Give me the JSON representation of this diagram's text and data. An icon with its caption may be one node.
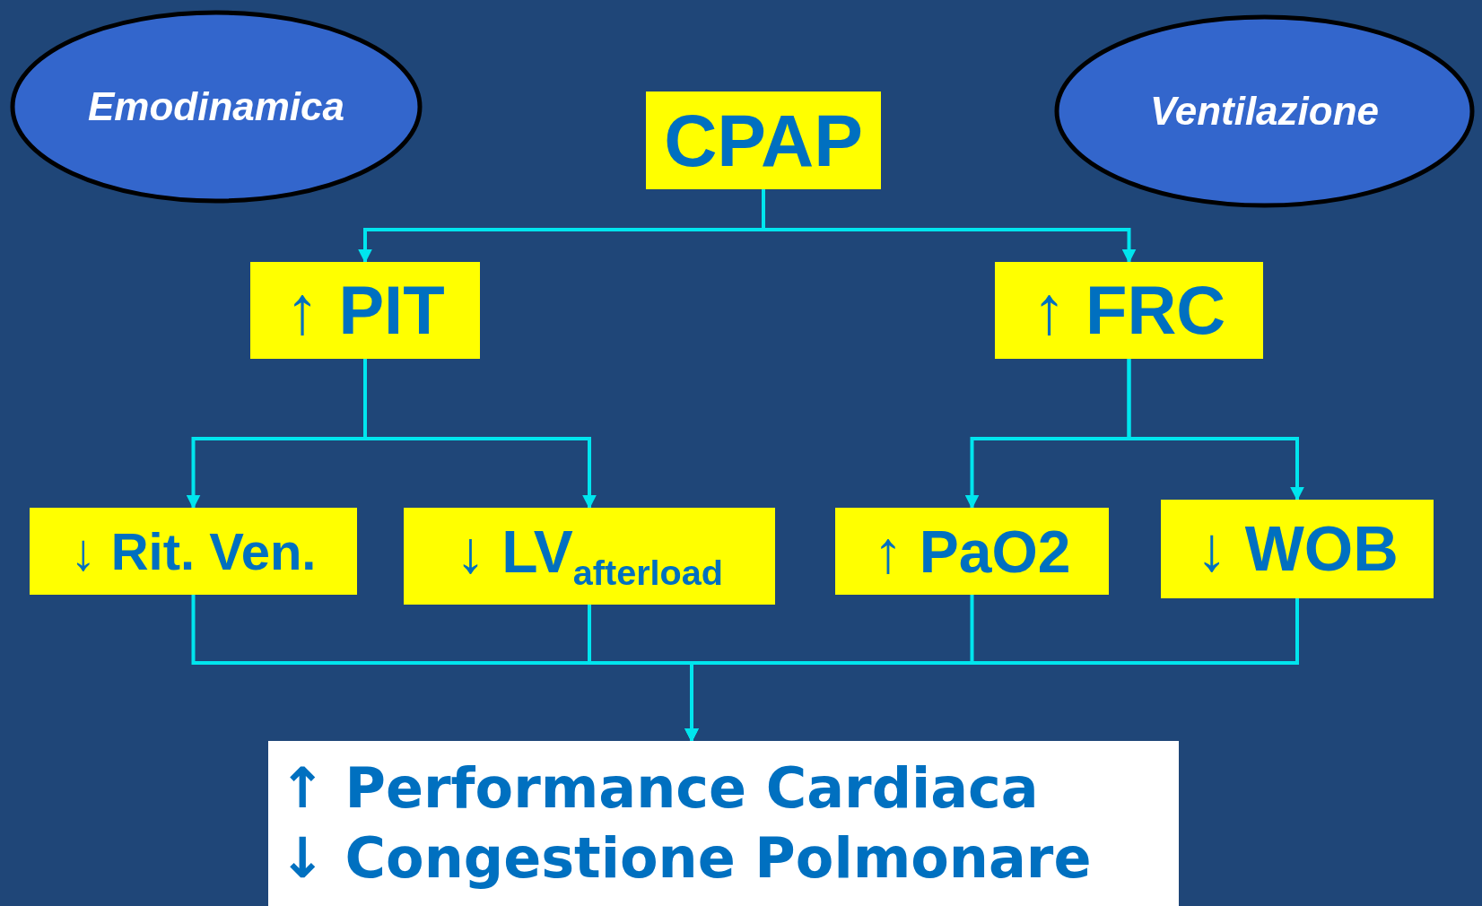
{
  "diagram": {
    "nodes": [
      {
        "text": [
          "Emodinamica"
        ]
      },
      {
        "text": [
          "Ventilazione"
        ]
      },
      {
        "text": [
          "CPAP"
        ]
      },
      {
        "text": [
          "↑ PIT"
        ]
      },
      {
        "text": [
          "↑ FRC"
        ]
      },
      {
        "text": [
          "↓ Rit. Ven."
        ]
      },
      {
        "text": [
          "↓ LV$_{afterload}$"
        ]
      },
      {
        "text": [
          "↑ PaO2"
        ]
      },
      {
        "text": [
          "↓ WOB"
        ]
      },
      {
        "text": [
          "↑ Performance Cardiaca",
          "↓ Congestione Polmonare"
        ]
      }
    ],
    "edges": [
      {
        "from": 2,
        "to": 3,
        "arrow": "to"
      },
      {
        "from": 2,
        "to": 4,
        "arrow": "to"
      },
      {
        "from": 3,
        "to": 5,
        "arrow": "to"
      },
      {
        "from": 3,
        "to": 6,
        "arrow": "to"
      },
      {
        "from": 4,
        "to": 7,
        "arrow": "to"
      },
      {
        "from": 4,
        "to": 8,
        "arrow": "to"
      },
      {
        "from": 5,
        "to": 9,
        "arrow": "to"
      },
      {
        "from": 6,
        "to": 9,
        "arrow": "to"
      },
      {
        "from": 7,
        "to": 9,
        "arrow": "to"
      },
      {
        "from": 8,
        "to": 9,
        "arrow": "to"
      }
    ]
  }
}
